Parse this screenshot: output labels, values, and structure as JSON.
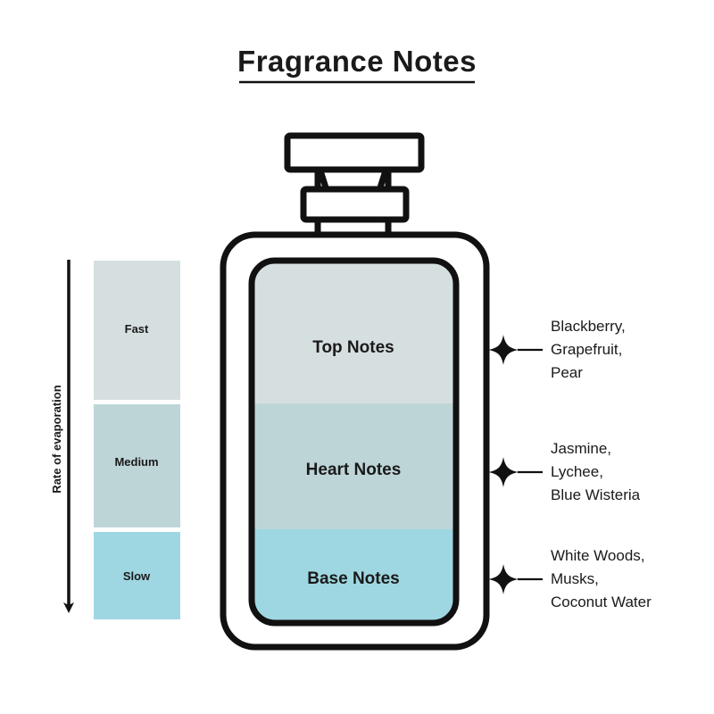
{
  "page": {
    "title": "Fragrance Notes",
    "background_color": "#ffffff",
    "ink_color": "#1a1a1a"
  },
  "evaporation_axis": {
    "label": "Rate of evaporation",
    "direction": "downward",
    "arrow_icon": "down-arrow-icon"
  },
  "rate_legend": {
    "bands": [
      {
        "label": "Fast",
        "color": "#d6dfe0"
      },
      {
        "label": "Medium",
        "color": "#bed5d8"
      },
      {
        "label": "Slow",
        "color": "#9ed7e1"
      }
    ]
  },
  "bottle": {
    "outline_color": "#111111",
    "cap_fill": "#ffffff",
    "layers": [
      {
        "name": "Top Notes",
        "color": "#d6dfe0"
      },
      {
        "name": "Heart Notes",
        "color": "#bed5d8"
      },
      {
        "name": "Base Notes",
        "color": "#9ed7e1"
      }
    ]
  },
  "annotations": [
    {
      "marker_icon": "sparkle-star-icon",
      "layer": "Top Notes",
      "lines": [
        "Blackberry,",
        "Grapefruit,",
        "Pear"
      ]
    },
    {
      "marker_icon": "sparkle-star-icon",
      "layer": "Heart Notes",
      "lines": [
        "Jasmine,",
        "Lychee,",
        "Blue Wisteria"
      ]
    },
    {
      "marker_icon": "sparkle-star-icon",
      "layer": "Base Notes",
      "lines": [
        "White Woods,",
        "Musks,",
        "Coconut Water"
      ]
    }
  ]
}
